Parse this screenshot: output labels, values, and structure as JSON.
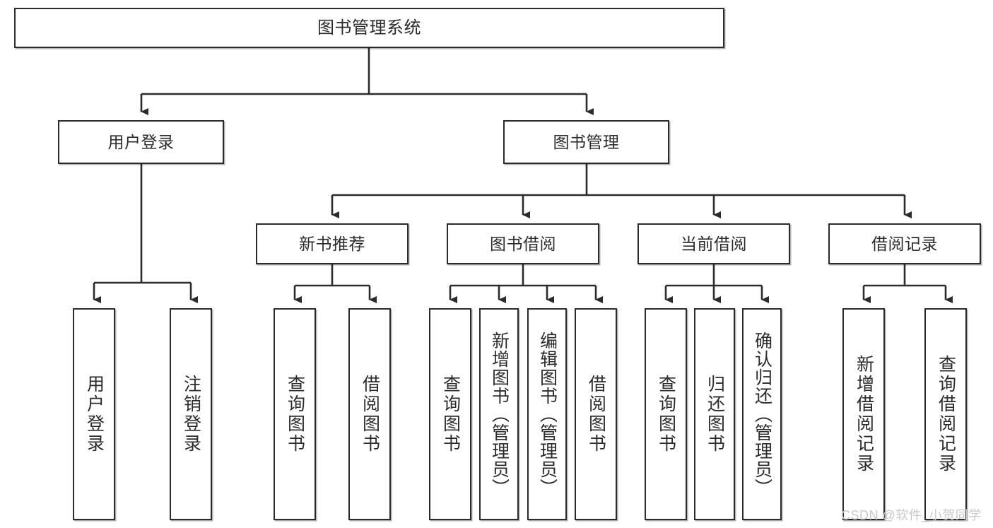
{
  "diagram": {
    "title": "图书管理系统",
    "type": "tree-hierarchy-chart",
    "orientation": "top-down",
    "levels": 4,
    "colors": {
      "box_border": "#2b2b2b",
      "box_fill": "#ffffff",
      "edge": "#2b2b2b",
      "text": "#2b2b2b",
      "watermark": "#c9c9c9",
      "background": "#ffffff"
    }
  },
  "root": {
    "label": "图书管理系统"
  },
  "level2": [
    {
      "label": "用户登录"
    },
    {
      "label": "图书管理"
    }
  ],
  "level3": [
    {
      "label": "新书推荐"
    },
    {
      "label": "图书借阅"
    },
    {
      "label": "当前借阅"
    },
    {
      "label": "借阅记录"
    }
  ],
  "leaves": {
    "user_login": [
      {
        "label": "用户登录"
      },
      {
        "label": "注销登录"
      }
    ],
    "new_book_recommend": [
      {
        "label": "查询图书"
      },
      {
        "label": "借阅图书"
      }
    ],
    "book_borrow": [
      {
        "label": "查询图书"
      },
      {
        "label": "新增图书（管理员）"
      },
      {
        "label": "编辑图书（管理员）"
      },
      {
        "label": "借阅图书"
      }
    ],
    "current_borrow": [
      {
        "label": "查询图书"
      },
      {
        "label": "归还图书"
      },
      {
        "label": "确认归还（管理员）"
      }
    ],
    "borrow_record": [
      {
        "label": "新增借阅记录"
      },
      {
        "label": "查询借阅记录"
      }
    ]
  },
  "watermark": {
    "text": "CSDN @软件_小贺同学"
  }
}
